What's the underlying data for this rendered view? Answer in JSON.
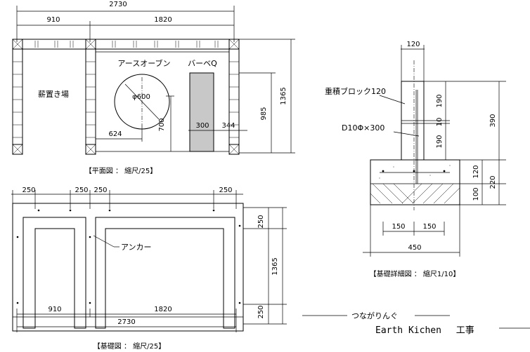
{
  "plan": {
    "caption": "【平面図 ： 縮尺/25】",
    "dim_total": "2730",
    "dim_left": "910",
    "dim_right": "1820",
    "dim_depth": "1365",
    "dim_985": "985",
    "dim_700": "700",
    "dim_624": "624",
    "dim_300": "300",
    "dim_344": "344",
    "oven_label": "アースオーブン",
    "oven_diameter": "φ600",
    "bbq_label": "バーベQ",
    "firewood_label": "薪置き場"
  },
  "foundation": {
    "caption": "【基礎図 ： 縮尺/25】",
    "dim_250_a": "250",
    "dim_250_b": "250",
    "dim_250_c": "250",
    "dim_250_d": "250",
    "dim_250_e": "250",
    "dim_250_f": "250",
    "dim_1365": "1365",
    "dim_910": "910",
    "dim_1820": "1820",
    "dim_2730": "2730",
    "anchor_label": "アンカー"
  },
  "detail": {
    "caption": "【基礎詳細図 ： 縮尺1/10】",
    "dim_120_top": "120",
    "dim_190_a": "190",
    "dim_10": "10",
    "dim_190_b": "190",
    "dim_390": "390",
    "dim_120_side": "120",
    "dim_100": "100",
    "dim_220": "220",
    "dim_150_a": "150",
    "dim_150_b": "150",
    "dim_450": "450",
    "block_label": "重積ブロック120",
    "rebar_label": "D10Φ×300"
  },
  "title_block": {
    "subtitle": "つながりんぐ",
    "title": "Earth Kichen　 工事"
  }
}
